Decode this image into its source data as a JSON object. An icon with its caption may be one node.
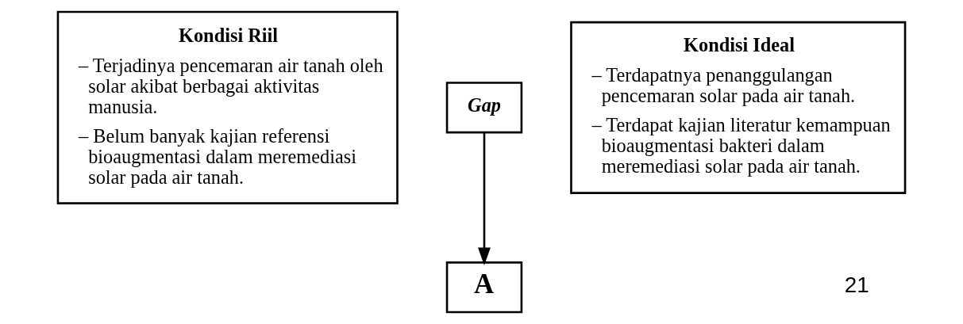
{
  "diagram": {
    "nodes": [
      {
        "text": [
          "Kondisi Riil",
          "– Terjadinya pencemaran air tanah oleh solar akibat berbagai aktivitas manusia.",
          "– Belum banyak kajian referensi bioaugmentasi dalam meremediasi solar pada air tanah."
        ]
      },
      {
        "text": [
          "Gap"
        ]
      },
      {
        "text": [
          "Kondisi Ideal",
          "– Terdapatnya penanggulangan pencemaran solar pada air tanah.",
          "– Terdapat kajian literatur kemampuan bioaugmentasi bakteri dalam meremediasi solar pada air tanah."
        ]
      },
      {
        "text": [
          "A"
        ]
      }
    ],
    "edges": [
      {
        "from": 1,
        "to": 3,
        "arrow": "to"
      }
    ],
    "labels": [
      "21"
    ]
  }
}
